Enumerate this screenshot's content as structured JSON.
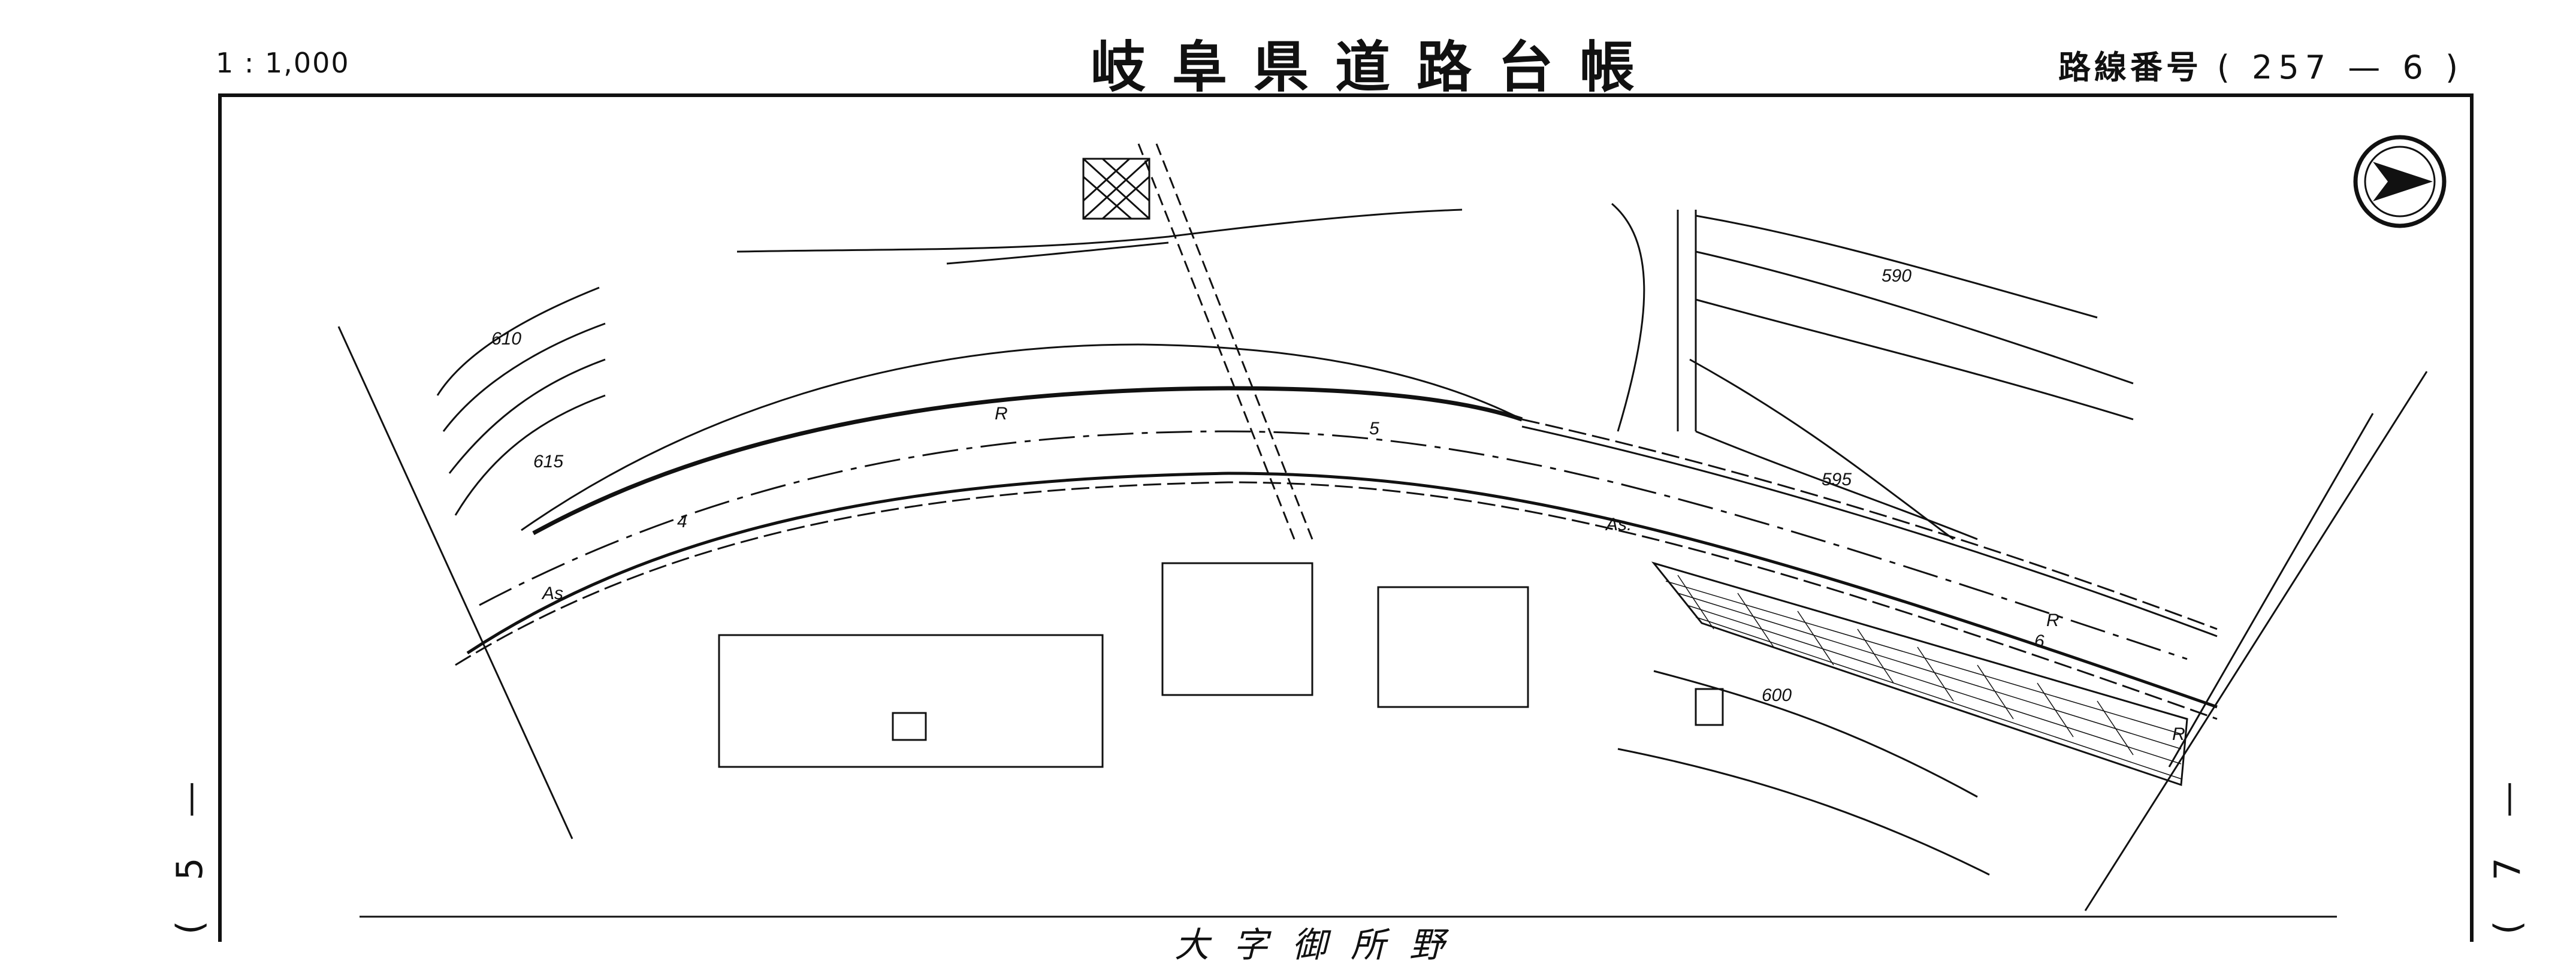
{
  "header": {
    "scale": "1 : 1,000",
    "title": "岐阜県道路台帳",
    "route_label": "路線番号",
    "route_number": "( 257 — 6 )"
  },
  "sheet_refs": {
    "left": "( 5 —",
    "right": "( 7 —"
  },
  "map_labels": {
    "contour_590": "590",
    "contour_595": "595",
    "contour_600": "600",
    "contour_610": "610",
    "contour_615": "615",
    "station_4": "4",
    "station_5": "5",
    "station_6": "6",
    "road_edge_r1": "R",
    "road_edge_r2": "R",
    "road_edge_r3": "R",
    "pavement_as1": "As",
    "pavement_as2": "As.",
    "bottom_place": "大字御所野"
  },
  "icons": {
    "north_arrow": "north-arrow-icon"
  }
}
